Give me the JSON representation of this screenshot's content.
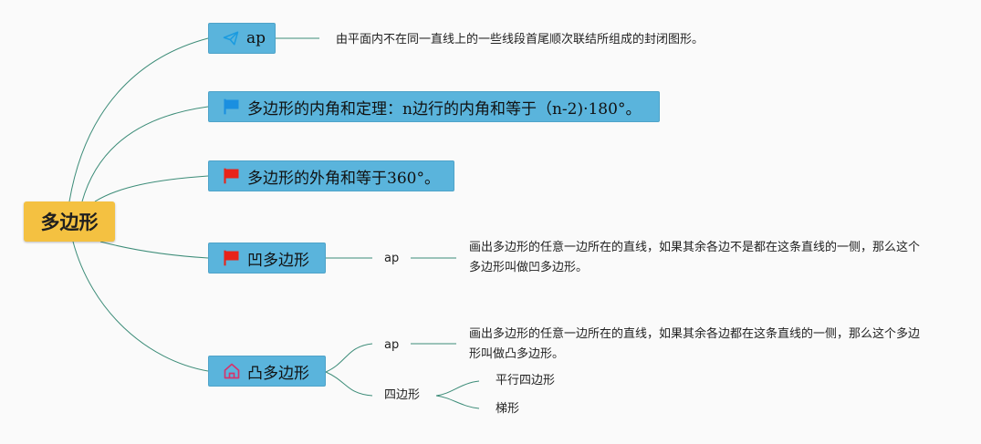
{
  "root": {
    "label": "多边形"
  },
  "branches": [
    {
      "label": "ap",
      "icon": "paper-plane-icon",
      "icon_color": "#1a9be0"
    },
    {
      "label": "多边形的内角和定理：n边行的内角和等于（n-2)·180°。",
      "icon": "flag-icon",
      "icon_color": "#1a8fe0"
    },
    {
      "label": "多边形的外角和等于360°。",
      "icon": "flag-icon",
      "icon_color": "#e8231a"
    },
    {
      "label": "凹多边形",
      "icon": "flag-icon",
      "icon_color": "#e8231a"
    },
    {
      "label": "凸多边形",
      "icon": "house-icon",
      "icon_color": "#d6336c"
    }
  ],
  "details": {
    "polygon_def": "由平面内不在同一直线上的一些线段首尾顺次联结所组成的封闭图形。",
    "concave_ap": "ap",
    "concave_def": "画出多边形的任意一边所在的直线，如果其余各边不是都在这条直线的一侧，那么这个多边形叫做凹多边形。",
    "convex_ap": "ap",
    "convex_def": "画出多边形的任意一边所在的直线，如果其余各边都在这条直线的一侧，那么这个多边形叫做凸多边形。",
    "quadrilateral": "四边形",
    "parallelogram": "平行四边形",
    "trapezoid": "梯形"
  },
  "colors": {
    "connector": "#3c8c78",
    "root_fill": "#f4c141",
    "node_fill": "#5ab4dc"
  }
}
